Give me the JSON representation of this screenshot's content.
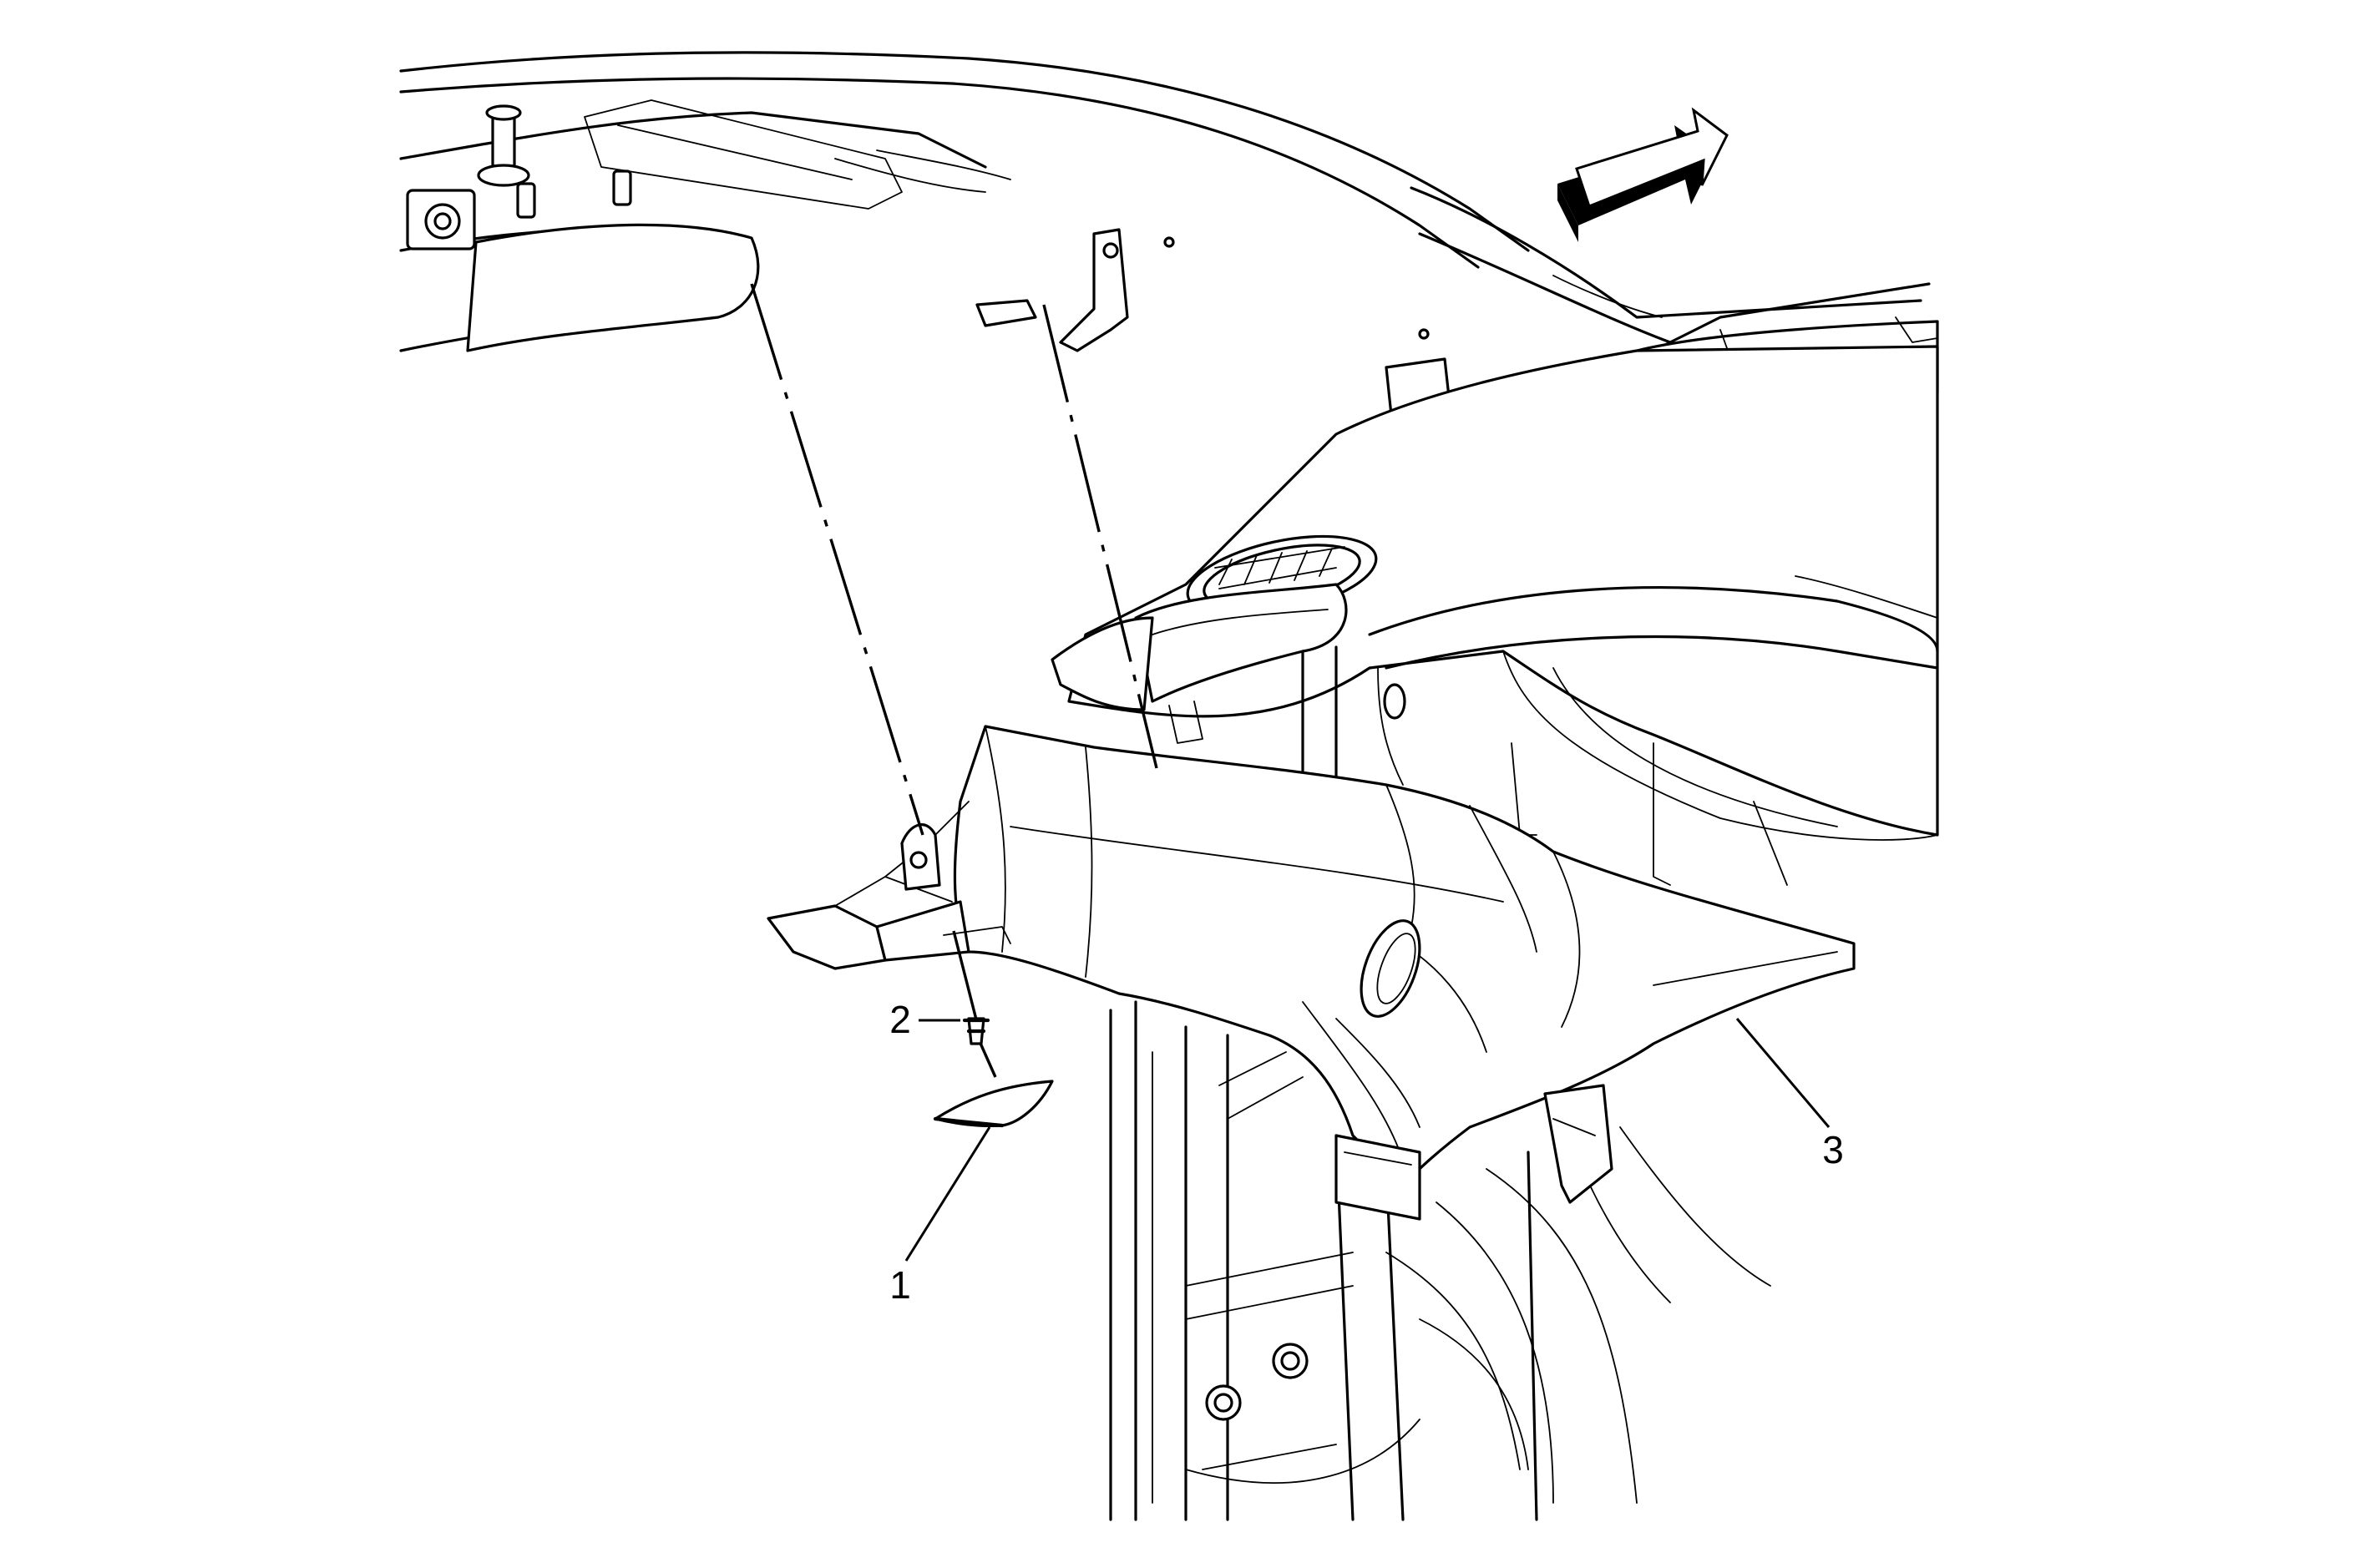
{
  "diagram": {
    "callouts": [
      {
        "id": "1",
        "text": "1"
      },
      {
        "id": "2",
        "text": "2"
      },
      {
        "id": "3",
        "text": "3"
      }
    ],
    "direction_arrow_icon": "forward-arrow-icon",
    "colors": {
      "ink": "#000000",
      "paper": "#ffffff"
    }
  }
}
